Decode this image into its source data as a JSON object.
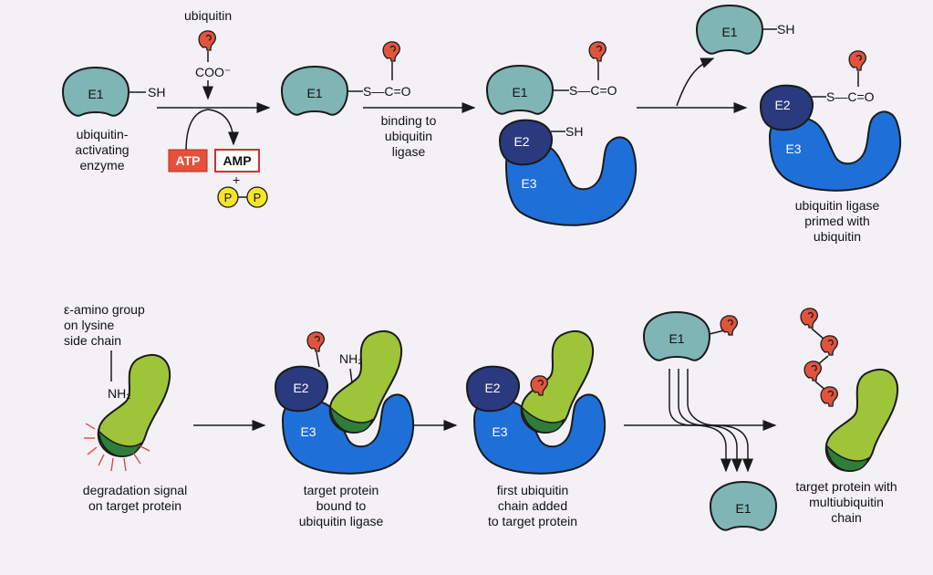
{
  "top": {
    "ubiquitin_label": "ubiquitin",
    "coo_label": "COO⁻",
    "sh_label": "SH",
    "thioester_label": "S—C=O",
    "atp_label": "ATP",
    "amp_label": "AMP",
    "plus_label": "+",
    "p_label": "P",
    "e1_label": "E1",
    "e2_label": "E2",
    "e3_label": "E3",
    "activating_caption": [
      "ubiquitin-",
      "activating",
      "enzyme"
    ],
    "binding_caption": [
      "binding to",
      "ubiquitin",
      "ligase"
    ],
    "primed_caption": [
      "ubiquitin ligase",
      "primed with",
      "ubiquitin"
    ]
  },
  "bottom": {
    "epsilon_caption": [
      "ε-amino group",
      "on lysine",
      "side chain"
    ],
    "nh2_label": "NH₂",
    "degradation_caption": [
      "degradation signal",
      "on target protein"
    ],
    "bound_caption": [
      "target protein",
      "bound to",
      "ubiquitin ligase"
    ],
    "first_chain_caption": [
      "first ubiquitin",
      "chain added",
      "to target protein"
    ],
    "multi_caption": [
      "target protein with",
      "multiubiquitin",
      "chain"
    ],
    "e1_label": "E1",
    "e2_label": "E2",
    "e3_label": "E3"
  },
  "colors": {
    "e1": "#7fb5b5",
    "e2": "#2a3a7e",
    "e3": "#1f6fd8",
    "target_protein": "#9ec43a",
    "degradation_signal": "#2f7d3a",
    "ubiquitin": "#e0543e",
    "atp": "#e8503a",
    "phosphate": "#f4e42a"
  }
}
